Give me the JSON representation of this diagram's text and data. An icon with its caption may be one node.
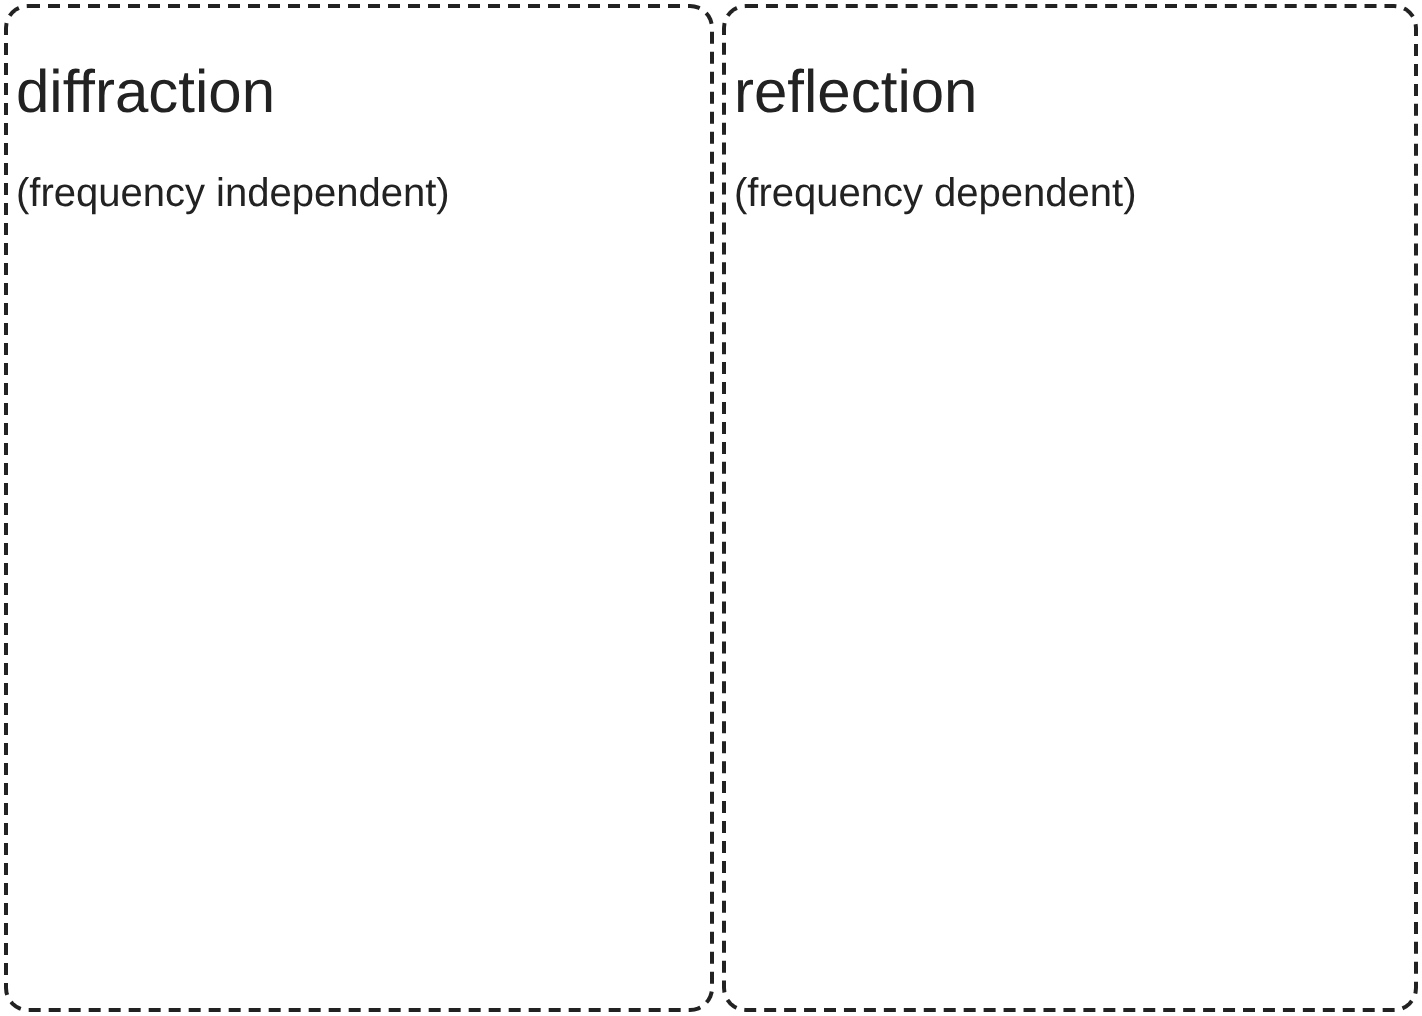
{
  "diagram": {
    "nodes": [
      {
        "text": [
          "diffraction",
          "(frequency independent)"
        ]
      },
      {
        "text": [
          "reflection",
          "(frequency dependent)"
        ]
      }
    ]
  }
}
